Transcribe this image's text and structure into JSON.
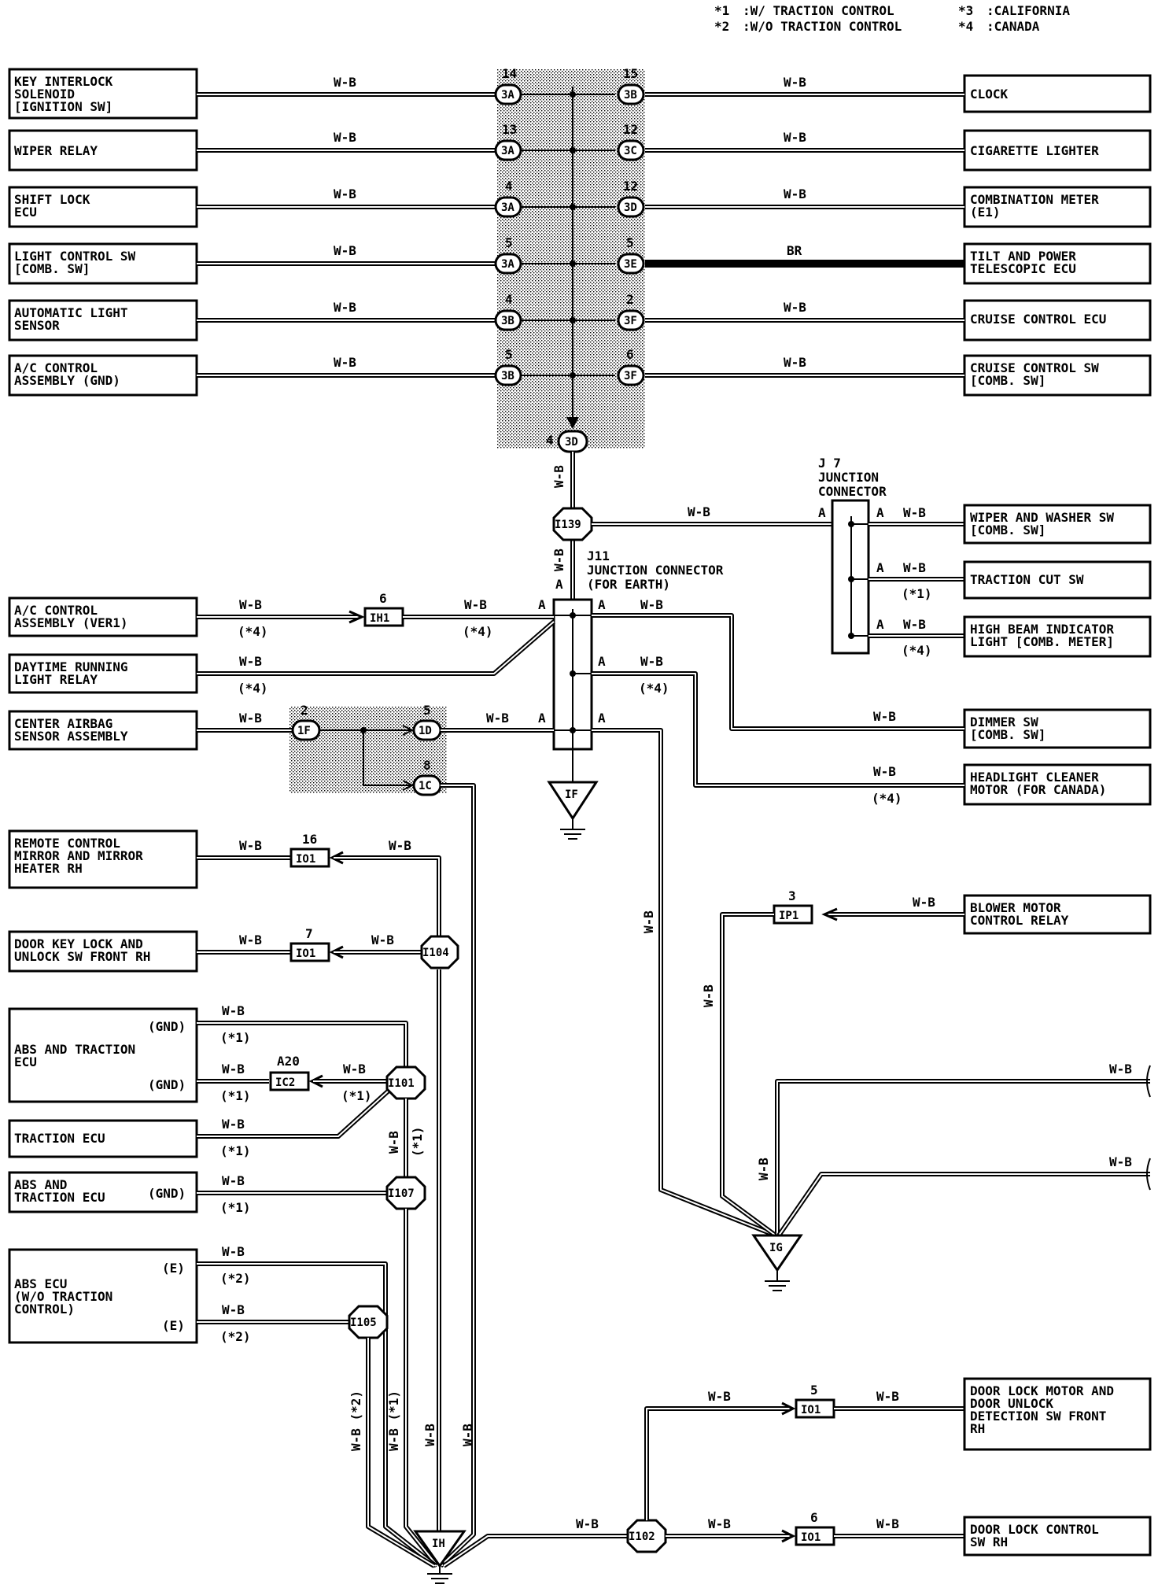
{
  "notes": [
    {
      "key": "*1",
      "text": ":W/ TRACTION CONTROL"
    },
    {
      "key": "*2",
      "text": ":W/O TRACTION CONTROL"
    },
    {
      "key": "*3",
      "text": ":CALIFORNIA"
    },
    {
      "key": "*4",
      "text": ":CANADA"
    }
  ],
  "wire_color": "W-B",
  "br_color": "BR",
  "left_components": [
    {
      "lines": [
        "KEY INTERLOCK",
        "SOLENOID",
        "[IGNITION SW]"
      ]
    },
    {
      "lines": [
        "WIPER RELAY"
      ]
    },
    {
      "lines": [
        "SHIFT LOCK",
        "ECU"
      ]
    },
    {
      "lines": [
        "LIGHT CONTROL SW",
        "[COMB. SW]"
      ]
    },
    {
      "lines": [
        "AUTOMATIC LIGHT",
        "SENSOR"
      ]
    },
    {
      "lines": [
        "A/C CONTROL",
        "ASSEMBLY (GND)"
      ]
    },
    {
      "lines": [
        "A/C CONTROL",
        "ASSEMBLY (VER1)"
      ]
    },
    {
      "lines": [
        "DAYTIME RUNNING",
        "LIGHT RELAY"
      ]
    },
    {
      "lines": [
        "CENTER AIRBAG",
        "SENSOR ASSEMBLY"
      ]
    },
    {
      "lines": [
        "REMOTE CONTROL",
        "MIRROR AND MIRROR",
        "HEATER RH"
      ]
    },
    {
      "lines": [
        "DOOR KEY LOCK AND",
        "UNLOCK SW FRONT RH"
      ]
    },
    {
      "lines": [
        "ABS AND TRACTION",
        "ECU"
      ]
    },
    {
      "lines": [
        "TRACTION ECU"
      ]
    },
    {
      "lines": [
        "ABS AND",
        "TRACTION ECU"
      ]
    },
    {
      "lines": [
        "ABS ECU",
        "(W/O TRACTION",
        " CONTROL)"
      ]
    }
  ],
  "right_components": [
    {
      "lines": [
        "CLOCK"
      ]
    },
    {
      "lines": [
        "CIGARETTE LIGHTER"
      ]
    },
    {
      "lines": [
        "COMBINATION METER",
        "(E1)"
      ]
    },
    {
      "lines": [
        "TILT AND POWER",
        "TELESCOPIC ECU"
      ]
    },
    {
      "lines": [
        "CRUISE CONTROL ECU"
      ]
    },
    {
      "lines": [
        "CRUISE CONTROL SW",
        "[COMB. SW]"
      ]
    },
    {
      "lines": [
        "WIPER AND WASHER SW",
        "[COMB. SW]"
      ]
    },
    {
      "lines": [
        "TRACTION CUT SW"
      ]
    },
    {
      "lines": [
        "HIGH BEAM INDICATOR",
        "LIGHT [COMB. METER]"
      ]
    },
    {
      "lines": [
        "DIMMER SW",
        "[COMB. SW]"
      ]
    },
    {
      "lines": [
        "HEADLIGHT CLEANER",
        "MOTOR (FOR CANADA)"
      ]
    },
    {
      "lines": [
        "BLOWER MOTOR",
        "CONTROL RELAY"
      ]
    },
    {
      "lines": [
        "DOOR LOCK MOTOR AND",
        "DOOR UNLOCK",
        "DETECTION SW FRONT",
        "RH"
      ]
    },
    {
      "lines": [
        "DOOR LOCK CONTROL",
        "SW RH"
      ]
    }
  ],
  "top_connectors_left": [
    {
      "pin": "14",
      "id": "3A"
    },
    {
      "pin": "13",
      "id": "3A"
    },
    {
      "pin": "4",
      "id": "3A"
    },
    {
      "pin": "5",
      "id": "3A"
    },
    {
      "pin": "4",
      "id": "3B"
    },
    {
      "pin": "5",
      "id": "3B"
    }
  ],
  "top_connectors_right": [
    {
      "pin": "15",
      "id": "3B"
    },
    {
      "pin": "12",
      "id": "3C"
    },
    {
      "pin": "12",
      "id": "3D"
    },
    {
      "pin": "5",
      "id": "3E"
    },
    {
      "pin": "2",
      "id": "3F"
    },
    {
      "pin": "6",
      "id": "3F"
    }
  ],
  "bottom_connector": {
    "pin": "4",
    "id": "3D"
  },
  "splices": {
    "i139": "I139",
    "i104": "I104",
    "i101": "I101",
    "i107": "I107",
    "i105": "I105",
    "i102": "I102"
  },
  "j7": {
    "title": "J 7",
    "sub1": "JUNCTION",
    "sub2": "CONNECTOR",
    "pin": "A"
  },
  "j11": {
    "title": "J11",
    "sub1": "JUNCTION CONNECTOR",
    "sub2": "(FOR EARTH)",
    "pin": "A"
  },
  "small_connectors": {
    "ih1": {
      "pin": "6",
      "id": "IH1"
    },
    "f1": {
      "pin": "2",
      "id": "1F"
    },
    "d1": {
      "pin": "5",
      "id": "1D"
    },
    "c1": {
      "pin": "8",
      "id": "1C"
    },
    "io1a": {
      "pin": "16",
      "id": "IO1"
    },
    "io1b": {
      "pin": "7",
      "id": "IO1"
    },
    "ic2": {
      "pin": "A20",
      "id": "IC2"
    },
    "ip1": {
      "pin": "3",
      "id": "IP1"
    },
    "io1c": {
      "pin": "5",
      "id": "IO1"
    },
    "io1d": {
      "pin": "6",
      "id": "IO1"
    }
  },
  "grounds": {
    "if": "IF",
    "ig": "IG",
    "ih": "IH"
  },
  "tags": {
    "c1": "(*1)",
    "c2": "(*2)",
    "c4": "(*4)",
    "gnd": "(GND)",
    "e": "(E)"
  },
  "labels": {
    "wb_c2": "W-B (*2)",
    "wb_c1": "W-B (*1)"
  }
}
